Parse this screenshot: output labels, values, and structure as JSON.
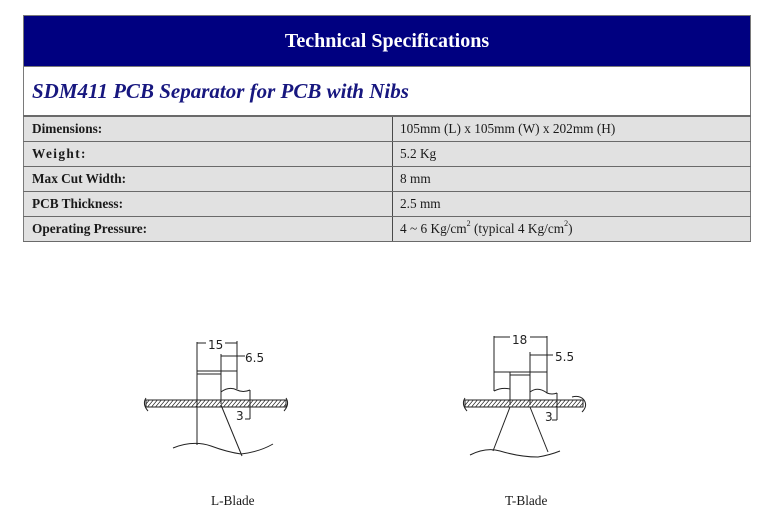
{
  "header": {
    "title": "Technical Specifications",
    "bg_color": "#000080"
  },
  "product": {
    "title": "SDM411 PCB Separator for PCB with Nibs"
  },
  "specs": [
    {
      "label": "Dimensions:",
      "value": "105mm (L) x 105mm (W) x 202mm (H)"
    },
    {
      "label": "Weight:",
      "value": "5.2 Kg"
    },
    {
      "label": "Max Cut Width:",
      "value": "8 mm"
    },
    {
      "label": "PCB Thickness:",
      "value": "2.5 mm"
    },
    {
      "label": "Operating Pressure:",
      "value_parts": {
        "a": "4 ~ 6 Kg/cm",
        "sup1": "2",
        "b": " (typical 4 Kg/cm",
        "sup2": "2",
        "c": ")"
      }
    }
  ],
  "diagrams": {
    "l_blade": {
      "caption": "L-Blade",
      "dim_width": "15",
      "dim_nib": "6.5",
      "dim_depth": "3"
    },
    "t_blade": {
      "caption": "T-Blade",
      "dim_width": "18",
      "dim_nib": "5.5",
      "dim_depth": "3"
    }
  }
}
